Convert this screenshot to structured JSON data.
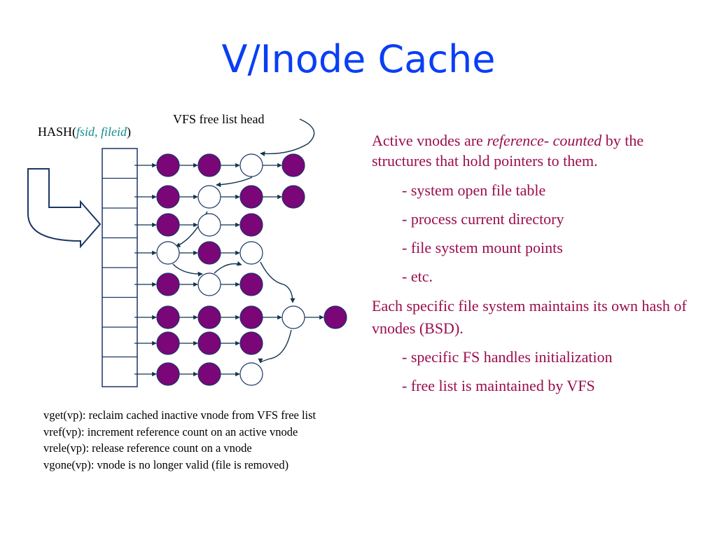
{
  "title": "V/Inode Cache",
  "diagram": {
    "free_list_label": "VFS free list head",
    "hash_label_prefix": "HASH(",
    "hash_label_args": "fsid, fileid",
    "hash_label_suffix": ")",
    "hash_buckets": 8,
    "colors": {
      "active_node": "#7a0678",
      "outline": "#1a3666",
      "arrow": "#12354f"
    },
    "chains": [
      [
        "active",
        "active",
        "free",
        "active"
      ],
      [
        "active",
        "free",
        "active",
        "active"
      ],
      [
        "active",
        "free",
        "active"
      ],
      [
        "free",
        "active",
        "free"
      ],
      [
        "active",
        "free",
        "active"
      ],
      [
        "active",
        "active",
        "active",
        "free",
        "active"
      ],
      [
        "active",
        "active",
        "active"
      ],
      [
        "active",
        "active",
        "free"
      ]
    ]
  },
  "text": {
    "intro_before": "Active vnodes are ",
    "intro_emph": "reference- counted",
    "intro_after": " by the structures that hold pointers to them.",
    "holders": [
      "- system open file table",
      "- process current directory",
      "- file system mount points",
      "- etc."
    ],
    "fs_note": "Each specific file system maintains its own hash of vnodes (BSD).",
    "fs_points": [
      "- specific FS handles initialization",
      "- free list is maintained by VFS"
    ]
  },
  "operations": [
    "vget(vp): reclaim cached inactive vnode from VFS free list",
    "vref(vp): increment reference count on an active vnode",
    "vrele(vp): release reference count on a vnode",
    "vgone(vp): vnode is no longer valid (file is removed)"
  ]
}
